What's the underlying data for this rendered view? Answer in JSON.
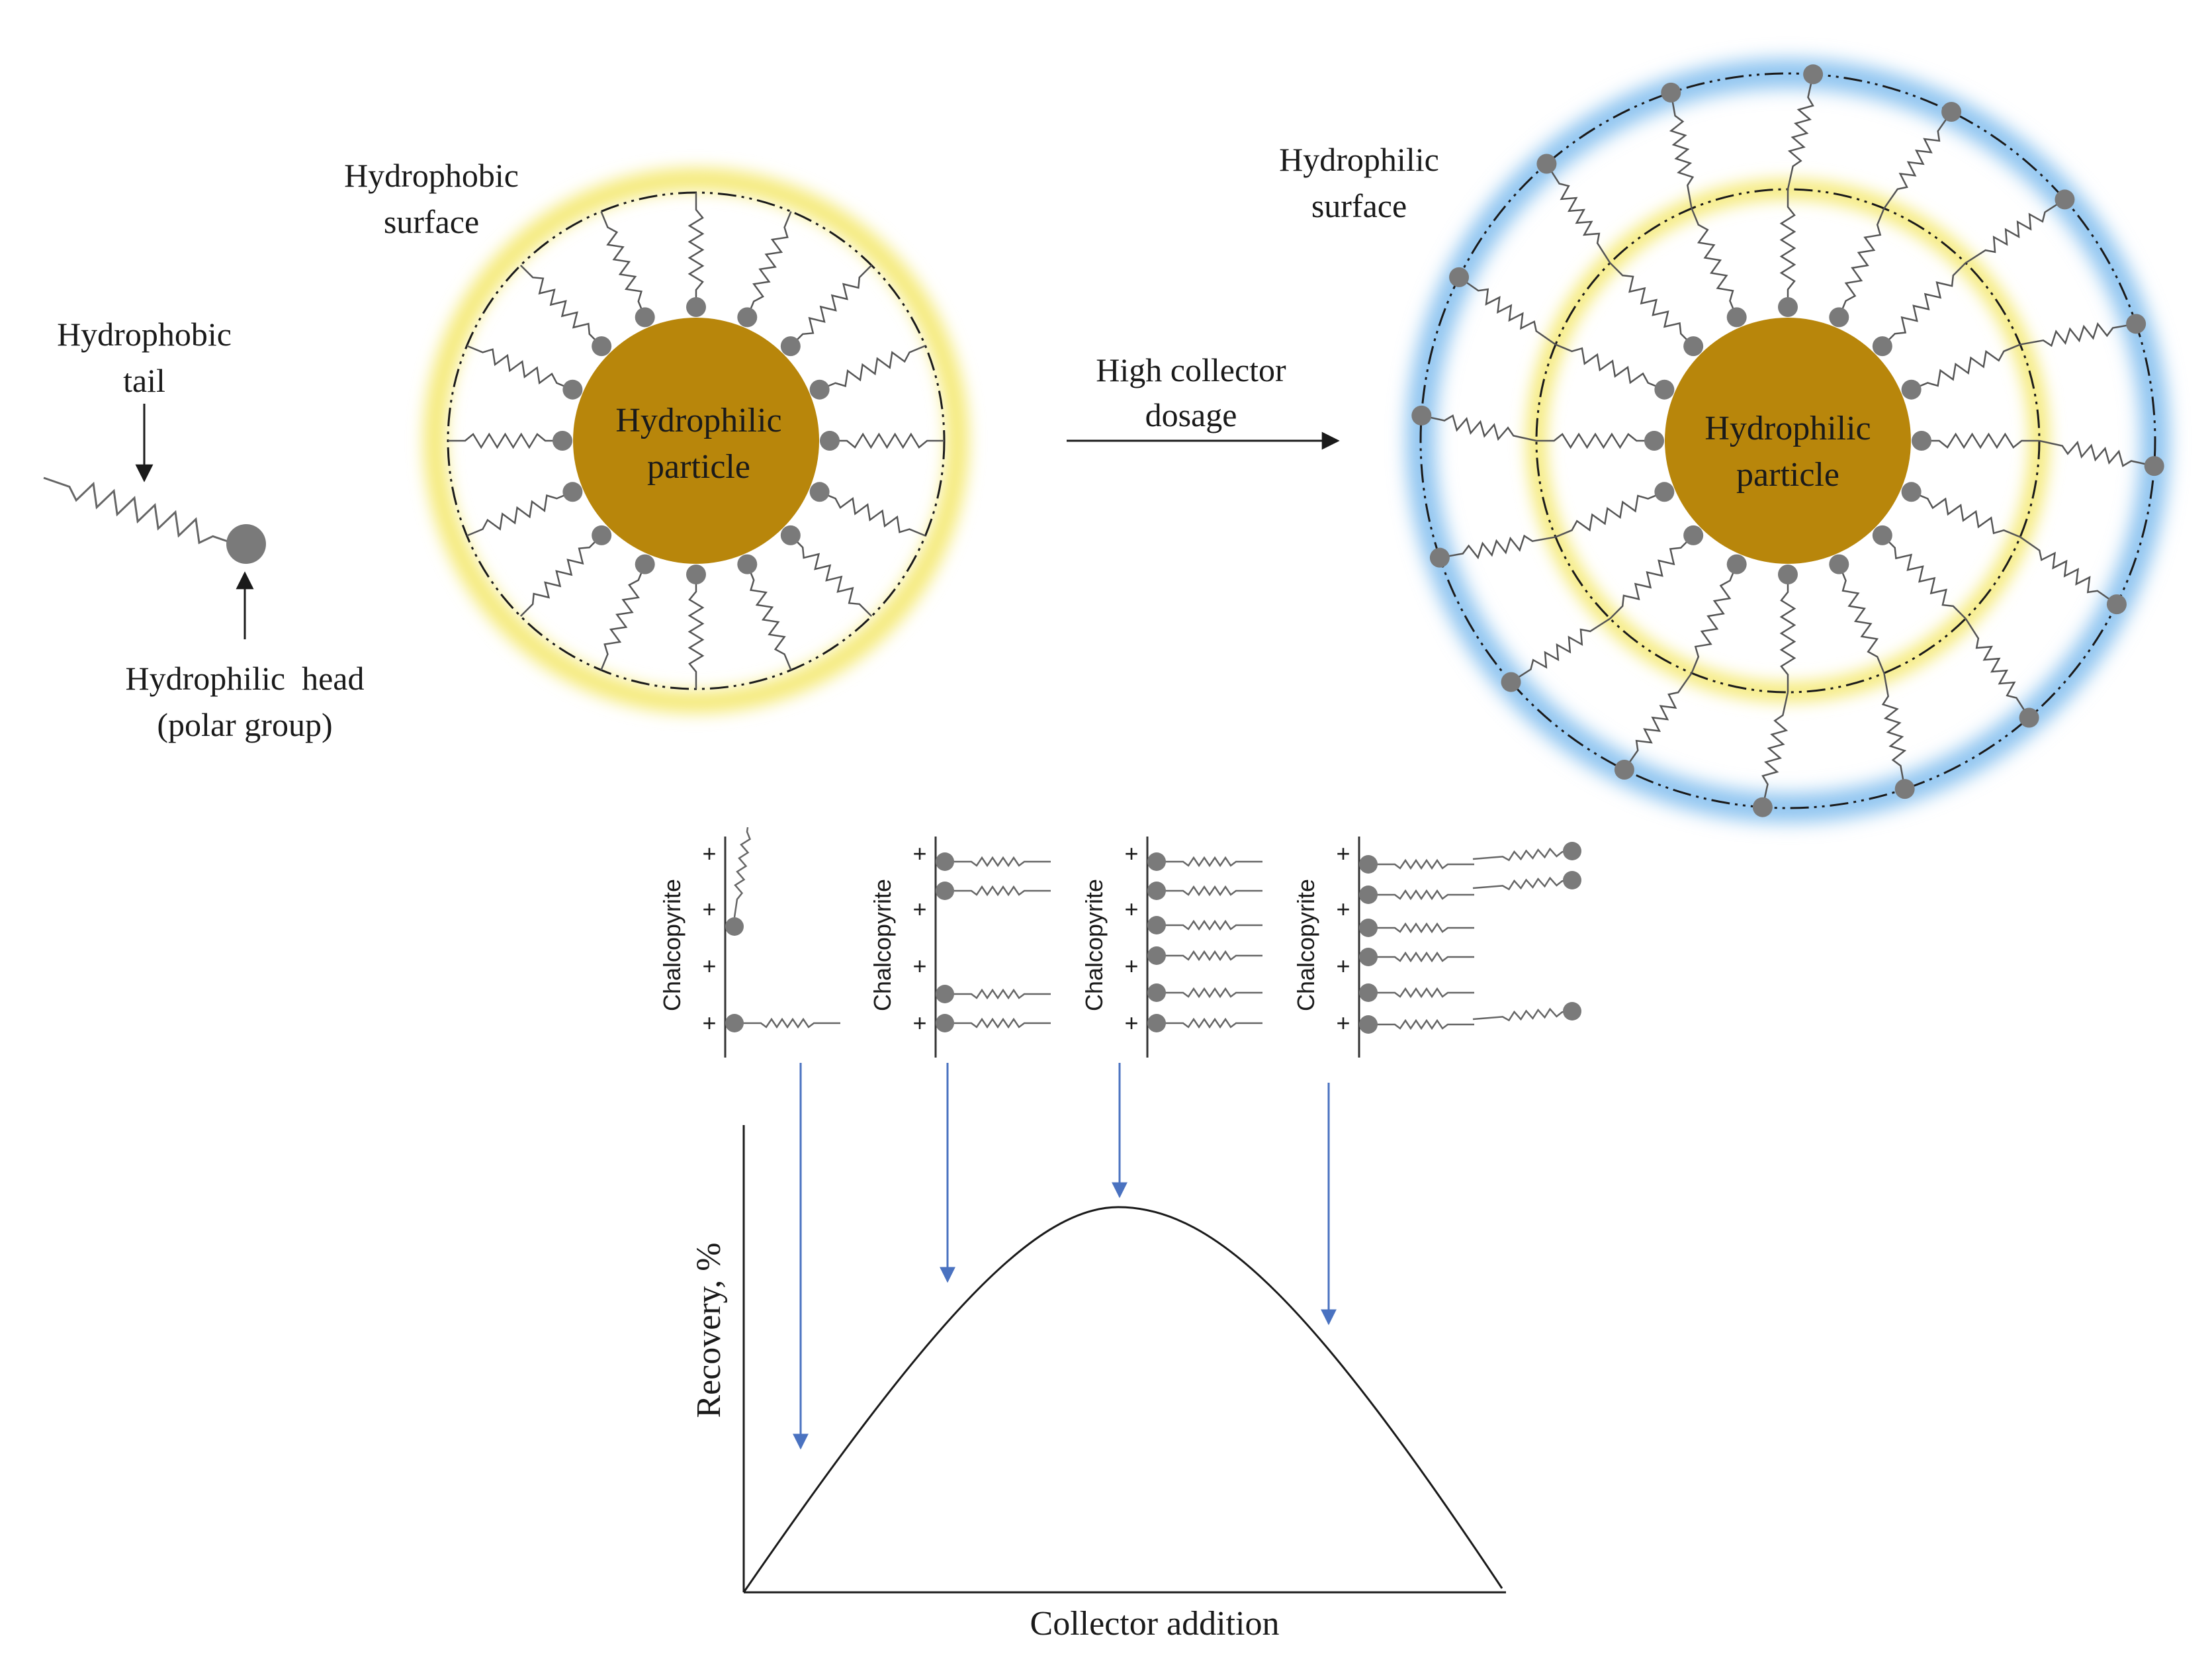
{
  "legend": {
    "tail_label": [
      "Hydrophobic",
      "tail"
    ],
    "head_label": [
      "Hydrophilic  head",
      "(polar group)"
    ]
  },
  "particle_low": {
    "surface_label": [
      "Hydrophobic",
      "surface"
    ],
    "core_label": [
      "Hydrophilic",
      "particle"
    ],
    "surface_color": "#f5ea7a"
  },
  "transition": {
    "label": [
      "High collector",
      "dosage"
    ]
  },
  "particle_high": {
    "surface_label": [
      "Hydrophilic",
      "surface"
    ],
    "core_label": [
      "Hydrophilic",
      "particle"
    ],
    "outer_surface_color": "#8ec4f0"
  },
  "adsorption_stages": {
    "mineral_label": "Chalcopyrite",
    "plus_sign": "+"
  },
  "recovery_chart": {
    "xlabel": "Collector addition",
    "ylabel": "Recovery, %"
  },
  "colors": {
    "core": "#b8860b",
    "head": "#7a7a7a",
    "arrow_blue": "#4a72c0"
  }
}
